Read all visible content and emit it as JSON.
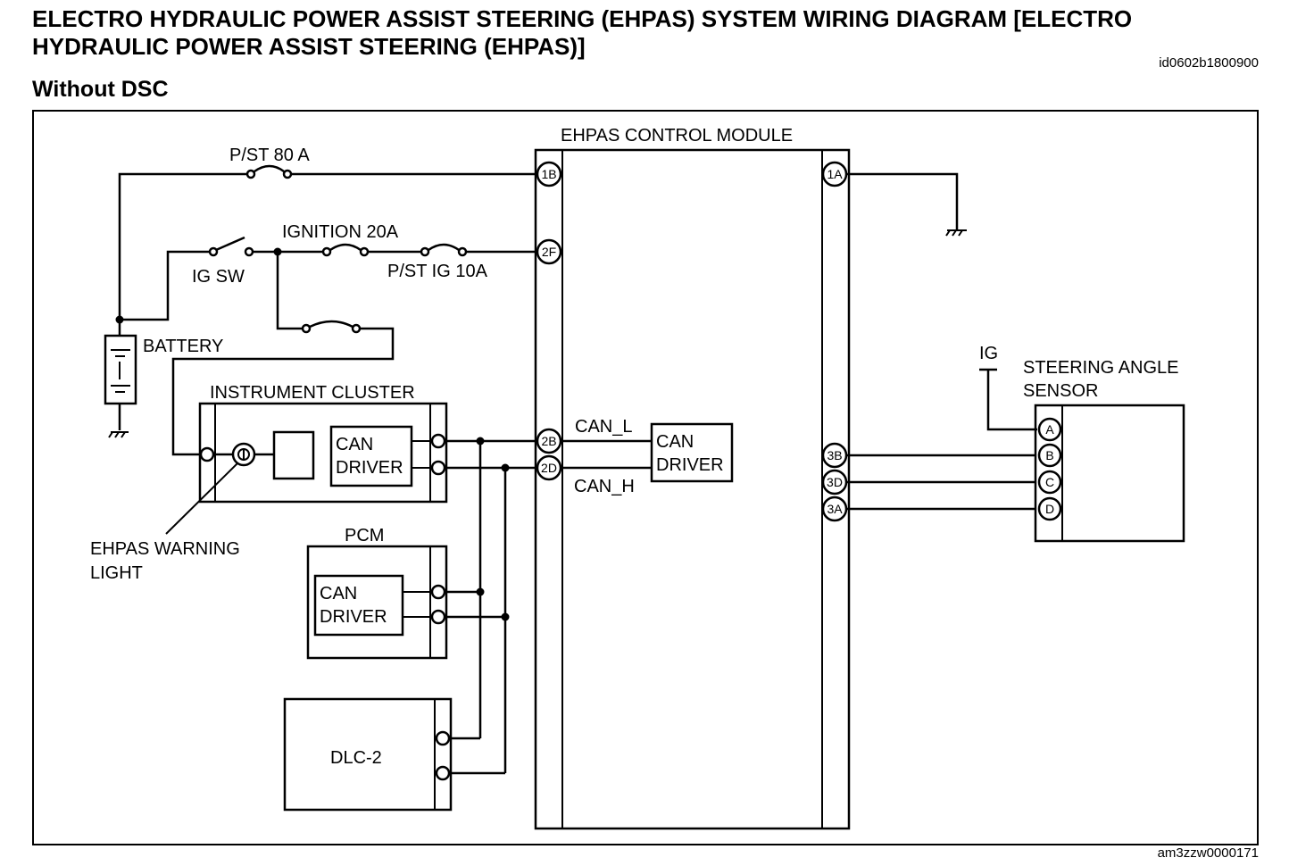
{
  "header": {
    "title": "ELECTRO HYDRAULIC POWER ASSIST STEERING (EHPAS) SYSTEM WIRING DIAGRAM [ELECTRO HYDRAULIC POWER ASSIST STEERING (EHPAS)]",
    "doc_id": "id0602b1800900",
    "subtitle": "Without DSC"
  },
  "footer": {
    "image_id": "am3zzw0000171"
  },
  "components": {
    "ehpas_module": "EHPAS CONTROL MODULE",
    "fuse_pst80": "P/ST 80 A",
    "fuse_ign20": "IGNITION 20A",
    "fuse_pstig10": "P/ST IG 10A",
    "ig_sw": "IG SW",
    "battery": "BATTERY",
    "instrument_cluster": "INSTRUMENT CLUSTER",
    "can_driver_line1": "CAN",
    "can_driver_line2": "DRIVER",
    "warning_light_line1": "EHPAS WARNING",
    "warning_light_line2": "LIGHT",
    "pcm": "PCM",
    "dlc2": "DLC-2",
    "can_l": "CAN_L",
    "can_h": "CAN_H",
    "ig": "IG",
    "sas_line1": "STEERING ANGLE",
    "sas_line2": "SENSOR"
  },
  "pins": {
    "p1B": "1B",
    "p2F": "2F",
    "p2B": "2B",
    "p2D": "2D",
    "p1A": "1A",
    "p3B": "3B",
    "p3D": "3D",
    "p3A": "3A",
    "pA": "A",
    "pB": "B",
    "pC": "C",
    "pD": "D"
  }
}
